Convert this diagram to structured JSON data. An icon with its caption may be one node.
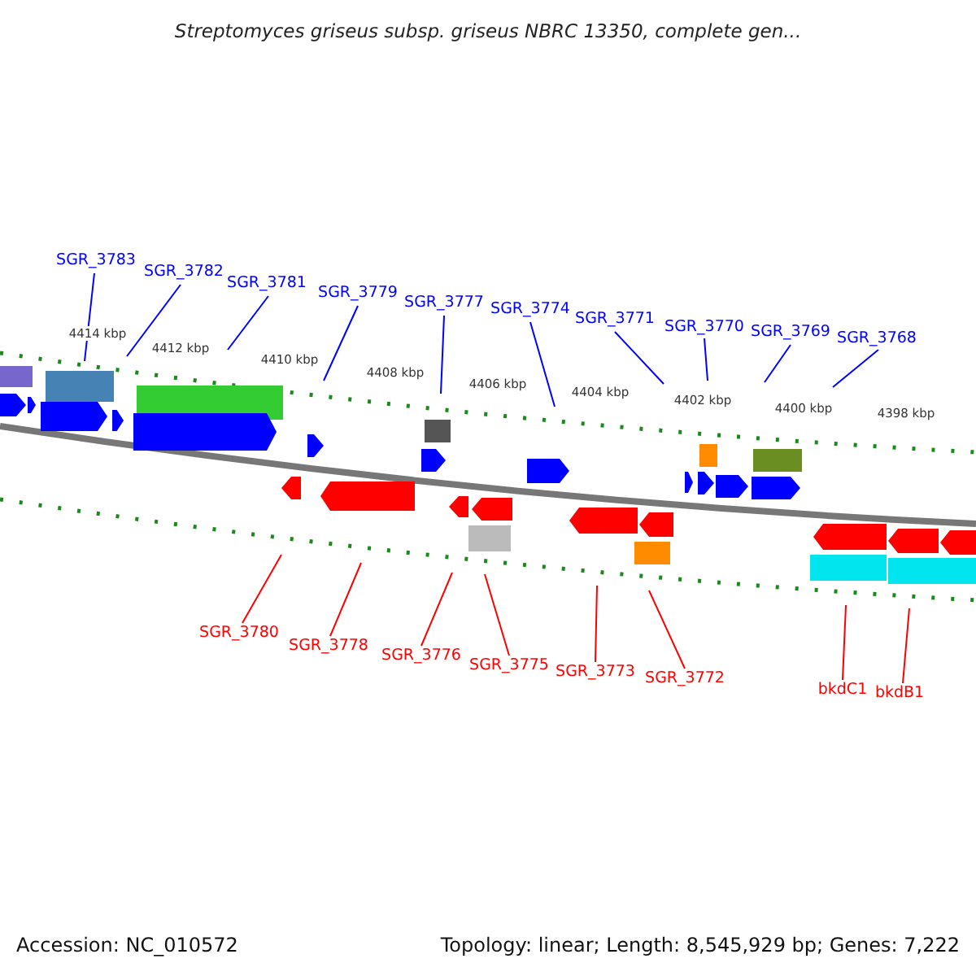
{
  "diagram": {
    "title": "Streptomyces griseus subsp. griseus NBRC 13350, complete gen...",
    "nodes": [
      {
        "text": [
          "SGR_3783"
        ]
      },
      {
        "text": [
          "SGR_3782"
        ]
      },
      {
        "text": [
          "SGR_3781"
        ]
      },
      {
        "text": [
          "SGR_3779"
        ]
      },
      {
        "text": [
          "SGR_3777"
        ]
      },
      {
        "text": [
          "SGR_3774"
        ]
      },
      {
        "text": [
          "SGR_3771"
        ]
      },
      {
        "text": [
          "SGR_3770"
        ]
      },
      {
        "text": [
          "SGR_3769"
        ]
      },
      {
        "text": [
          "SGR_3768"
        ]
      },
      {
        "text": [
          "SGR_3780"
        ]
      },
      {
        "text": [
          "SGR_3778"
        ]
      },
      {
        "text": [
          "SGR_3776"
        ]
      },
      {
        "text": [
          "SGR_3775"
        ]
      },
      {
        "text": [
          "SGR_3773"
        ]
      },
      {
        "text": [
          "SGR_3772"
        ]
      },
      {
        "text": [
          "bkdC1"
        ]
      },
      {
        "text": [
          "bkdB1"
        ]
      }
    ],
    "edges": [
      {
        "from": 0,
        "to": null,
        "arrow": "none"
      },
      {
        "from": 1,
        "to": null,
        "arrow": "none"
      },
      {
        "from": 2,
        "to": null,
        "arrow": "none"
      },
      {
        "from": 3,
        "to": null,
        "arrow": "none"
      },
      {
        "from": 4,
        "to": null,
        "arrow": "none"
      },
      {
        "from": 5,
        "to": null,
        "arrow": "none"
      },
      {
        "from": 6,
        "to": null,
        "arrow": "none"
      },
      {
        "from": 7,
        "to": null,
        "arrow": "none"
      },
      {
        "from": 8,
        "to": null,
        "arrow": "none"
      },
      {
        "from": 9,
        "to": null,
        "arrow": "none"
      },
      {
        "from": 10,
        "to": null,
        "arrow": "none",
        "color": "#ff0000"
      },
      {
        "from": 11,
        "to": null,
        "arrow": "none",
        "color": "#ff0000"
      },
      {
        "from": 12,
        "to": null,
        "arrow": "none",
        "color": "#ff0000"
      },
      {
        "from": 13,
        "to": null,
        "arrow": "none",
        "color": "#ff0000"
      },
      {
        "from": 14,
        "to": null,
        "arrow": "none",
        "color": "#ff0000"
      },
      {
        "from": 15,
        "to": null,
        "arrow": "none",
        "color": "#ff0000"
      },
      {
        "from": 16,
        "to": null,
        "arrow": "none",
        "color": "#ff0000"
      },
      {
        "from": 17,
        "to": null,
        "arrow": "none",
        "color": "#ff0000"
      }
    ],
    "labels": [
      "4414 kbp",
      "4412 kbp",
      "4410 kbp",
      "4408 kbp",
      "4406 kbp",
      "4404 kbp",
      "4402 kbp",
      "4400 kbp",
      "4398 kbp",
      "Accession: NC_010572",
      "Topology: linear; Length: 8,545,929 bp; Genes: 7,222"
    ]
  }
}
